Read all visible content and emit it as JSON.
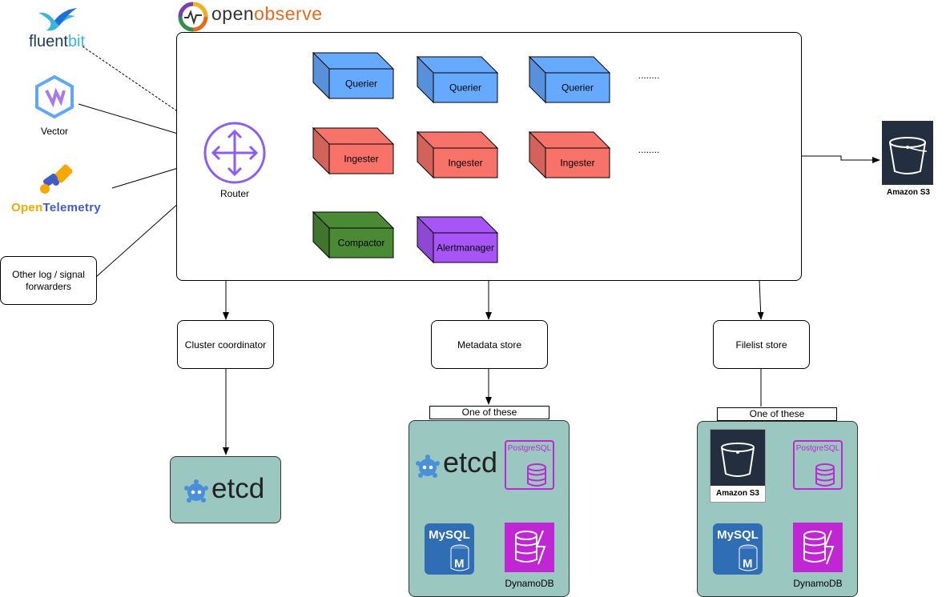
{
  "brand": {
    "name_part1": "open",
    "name_part2": "observe",
    "color1": "#333333",
    "color2": "#e8691e"
  },
  "sources": {
    "fluentbit_a": "fluent",
    "fluentbit_b": "bit",
    "vector": "Vector",
    "opentelemetry_a": "Open",
    "opentelemetry_b": "Telemetry",
    "other_line1": "Other log / signal",
    "other_line2": "forwarders"
  },
  "router": {
    "label": "Router",
    "color": "#8b5cf6"
  },
  "components": {
    "querier": "Querier",
    "ingester": "Ingester",
    "compactor": "Compactor",
    "alertmanager": "Alertmanager",
    "ellipsis": "........"
  },
  "storage": {
    "s3_label": "Amazon S3"
  },
  "stores": {
    "cluster_coordinator": "Cluster coordinator",
    "metadata_store": "Metadata store",
    "filelist_store": "Filelist store"
  },
  "options": {
    "one_of_these": "One of these",
    "etcd": "etcd",
    "postgresql": "PostgreSQL",
    "mysql": "MySQL",
    "mysql_badge": "M",
    "dynamodb": "DynamoDB",
    "s3": "Amazon S3"
  },
  "colors": {
    "querier": "#66aaff",
    "ingester": "#f7736a",
    "compactor": "#4a8a35",
    "alertmanager": "#a855f7",
    "panel": "#9ac7bf",
    "postgres": "#c026d3",
    "dynamo": "#c026d3",
    "mysql": "#2f6db5",
    "etcd": "#4a90d9"
  }
}
